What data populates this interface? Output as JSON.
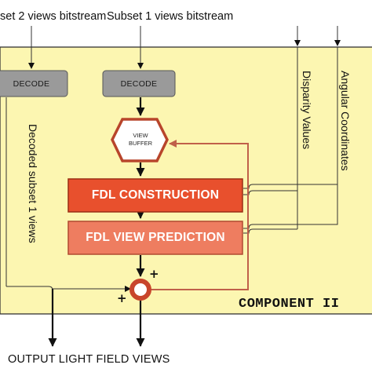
{
  "inputs": {
    "subset2": "set 2 views bitstream",
    "subset1": "Subset 1 views bitstream"
  },
  "decoders": {
    "left": "DECODE",
    "right": "DECODE"
  },
  "side_labels": {
    "decoded": "Decoded subset  1 views",
    "disparity": "Disparity Values",
    "angular": "Angular Coordinates"
  },
  "view_buffer": {
    "line1": "VIEW",
    "line2": "BUFFER"
  },
  "blocks": {
    "construction": "FDL CONSTRUCTION",
    "prediction": "FDL VIEW PREDICTION"
  },
  "adder": {
    "plus_top": "+",
    "plus_left": "+"
  },
  "component_label": "COMPONENT II",
  "output_label": "OUTPUT LIGHT FIELD VIEWS",
  "colors": {
    "component_fill": "#fcf6b1",
    "decode_fill": "#9a9a9a",
    "construction_fill": "#e8502d",
    "prediction_fill": "#ee7d60",
    "feedback_line": "#c0604a",
    "view_buffer_border": "#b8452b",
    "adder_ring": "#c8452b"
  }
}
